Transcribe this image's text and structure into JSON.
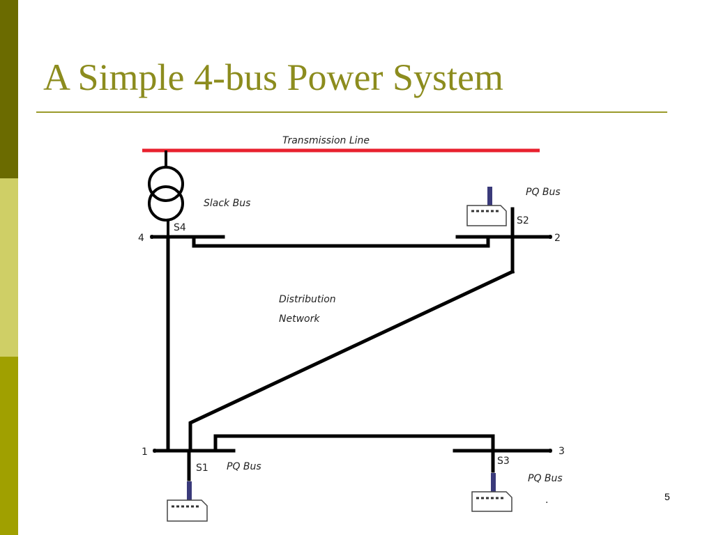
{
  "slide": {
    "title": "A Simple 4-bus Power System",
    "page_number": "5"
  },
  "colors": {
    "side_bar_top": "#6b6b00",
    "side_bar_mid": "#cfcf66",
    "side_bar_bottom": "#a0a000",
    "title": "#8c8c1e",
    "transmission_line": "#e8212e",
    "network_line": "#000000",
    "load_marker": "#3a3a7a"
  },
  "diagram": {
    "transmission_line_label": "Transmission Line",
    "slack_bus_label": "Slack Bus",
    "distribution_label_line1": "Distribution",
    "distribution_label_line2": "Network",
    "buses": [
      {
        "number": "4",
        "switch": "S4"
      },
      {
        "number": "2",
        "switch": "S2",
        "type": "PQ Bus"
      },
      {
        "number": "1",
        "switch": "S1",
        "type": "PQ Bus"
      },
      {
        "number": "3",
        "switch": "S3",
        "type": "PQ Bus"
      }
    ],
    "stray_mark": "."
  }
}
